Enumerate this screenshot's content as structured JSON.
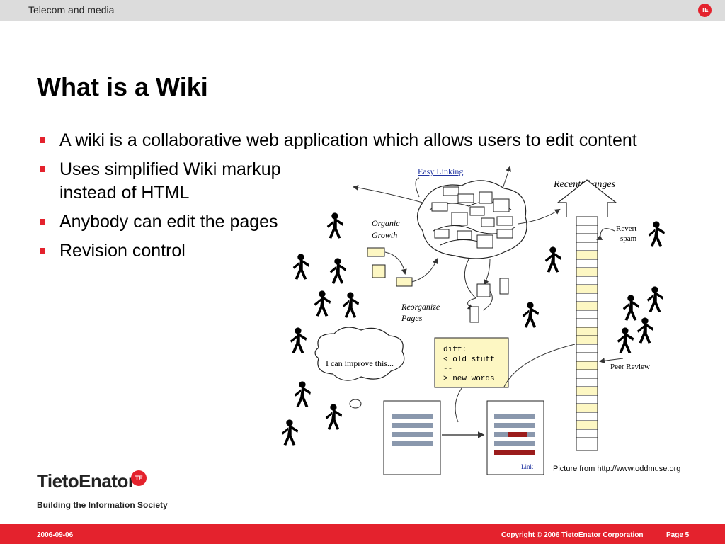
{
  "header": {
    "section": "Telecom and media",
    "badge": "TE"
  },
  "slide": {
    "title": "What is a Wiki",
    "bullets": [
      "A wiki is a collaborative web application which allows users to edit content",
      "Uses simplified Wiki markup instead of HTML",
      "Anybody can edit the pages",
      "Revision control"
    ]
  },
  "diagram": {
    "easy_linking": "Easy Linking",
    "recent_changes": "RecentChanges",
    "organic": "Organic",
    "growth": "Growth",
    "revert": "Revert",
    "spam": "spam",
    "reorganize": "Reorganize",
    "pages": "Pages",
    "thought": "I can improve this...",
    "diff_lines": [
      "diff:",
      "< old stuff",
      "--",
      "> new words"
    ],
    "peer_review": "Peer Review",
    "link": "Link"
  },
  "credit": "Picture from http://www.oddmuse.org",
  "logo": {
    "word": "TietoEnator",
    "badge": "TE",
    "tagline": "Building the Information Society"
  },
  "footer": {
    "date": "2006-09-06",
    "copyright": "Copyright © 2006 TietoEnator Corporation",
    "page": "Page 5"
  },
  "colors": {
    "accent": "#e4222d",
    "topbar": "#dcdcdc",
    "note_yellow": "#fdf7c3",
    "bar_gray": "#8a98ad",
    "edit_red": "#9b1c1c"
  }
}
